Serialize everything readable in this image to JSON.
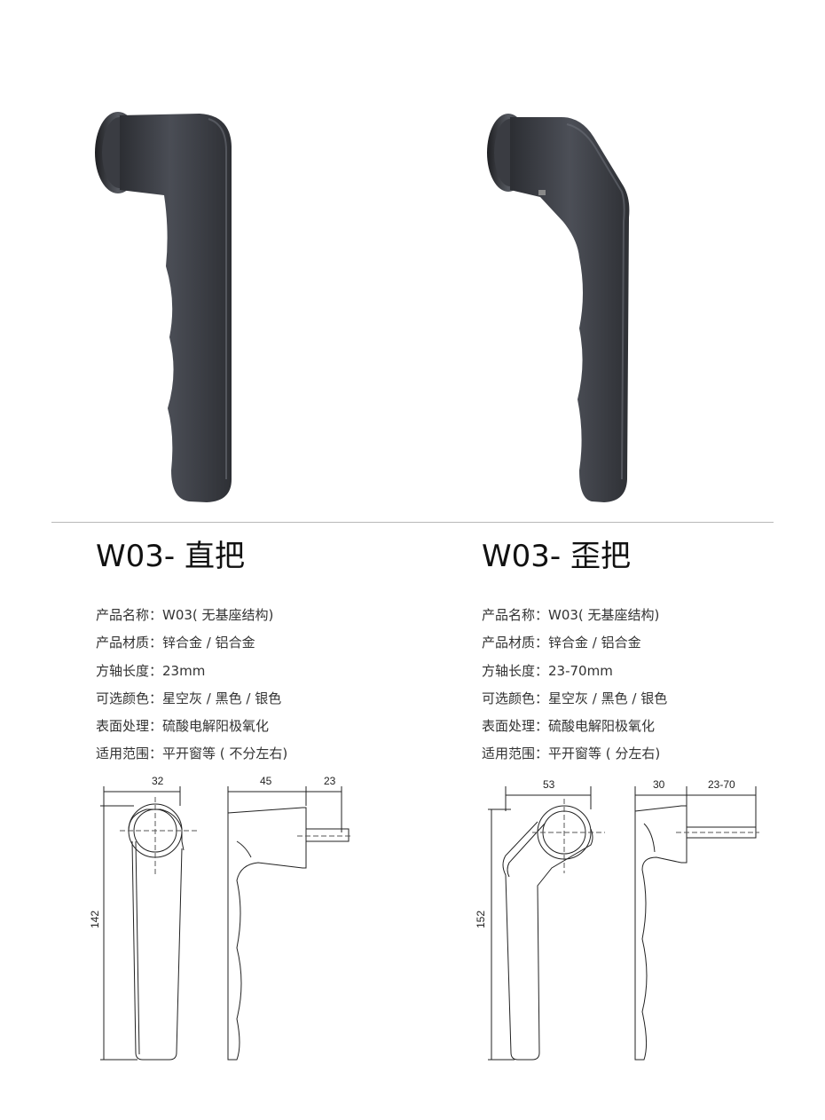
{
  "products": [
    {
      "title": "W03- 直把",
      "specs": [
        {
          "label": "产品名称：",
          "value": "W03( 无基座结构)"
        },
        {
          "label": "产品材质：",
          "value": "锌合金 / 铝合金"
        },
        {
          "label": "方轴长度：",
          "value": "23mm"
        },
        {
          "label": "可选颜色：",
          "value": "星空灰 / 黑色 / 银色"
        },
        {
          "label": "表面处理：",
          "value": "硫酸电解阳极氧化"
        },
        {
          "label": "适用范围：",
          "value": "平开窗等 ( 不分左右)"
        }
      ],
      "dimensions": {
        "width": "32",
        "depth": "45",
        "spindle": "23",
        "height": "142"
      }
    },
    {
      "title": "W03- 歪把",
      "specs": [
        {
          "label": "产品名称：",
          "value": "W03( 无基座结构)"
        },
        {
          "label": "产品材质：",
          "value": "锌合金 / 铝合金"
        },
        {
          "label": "方轴长度：",
          "value": "23-70mm"
        },
        {
          "label": "可选颜色：",
          "value": "星空灰 / 黑色 / 银色"
        },
        {
          "label": "表面处理：",
          "value": "硫酸电解阳极氧化"
        },
        {
          "label": "适用范围：",
          "value": "平开窗等 ( 分左右)"
        }
      ],
      "dimensions": {
        "width": "53",
        "depth": "30",
        "spindle": "23-70",
        "height": "152"
      }
    }
  ],
  "colors": {
    "handle": "#3a3d44",
    "handle_highlight": "#5b5f68",
    "line": "#222222",
    "divider": "#b8b8b8"
  }
}
